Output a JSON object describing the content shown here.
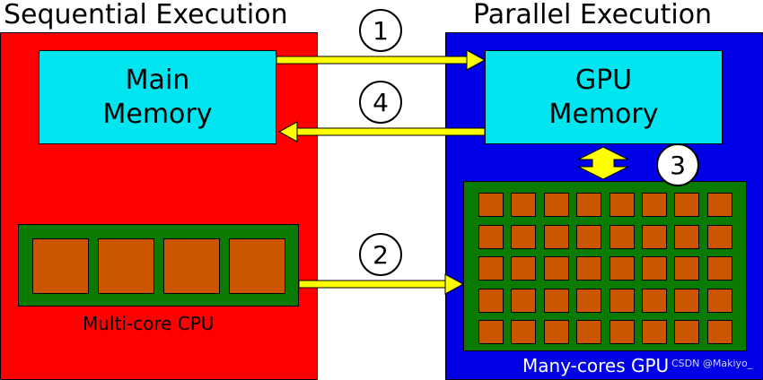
{
  "titles": {
    "left": "Sequential Execution",
    "right": "Parallel Execution"
  },
  "memory": {
    "main": "Main\nMemory",
    "gpu": "GPU\nMemory"
  },
  "labels": {
    "cpu": "Multi-core CPU",
    "gpu": "Many-cores GPU"
  },
  "steps": [
    "1",
    "2",
    "3",
    "4"
  ],
  "watermark": "CSDN @Makiyo_",
  "colors": {
    "sequential_panel": "#ff0000",
    "parallel_panel": "#0000e6",
    "memory_box": "#00e5f0",
    "chip": "#0a7a00",
    "core": "#cc5500",
    "arrow": "#ffff00"
  },
  "cpu_core_count": 4,
  "gpu_core_grid": {
    "rows": 5,
    "cols": 8
  }
}
